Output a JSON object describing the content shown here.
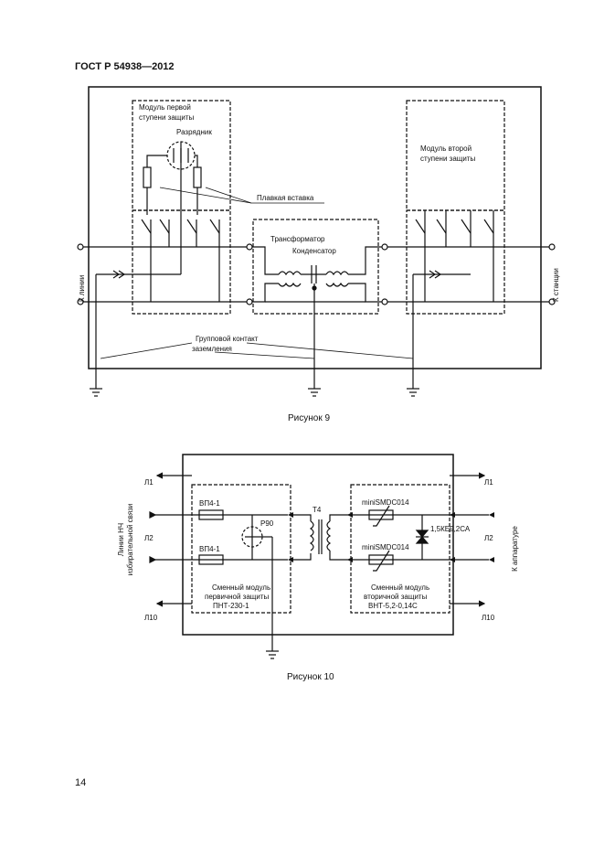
{
  "header": {
    "standard": "ГОСТ Р 54938—2012"
  },
  "figure9": {
    "caption": "Рисунок 9",
    "module1_line1": "Модуль первой",
    "module1_line2": "ступени защиты",
    "arrester": "Разрядник",
    "fuse": "Плавкая вставка",
    "module2_line1": "Модуль второй",
    "module2_line2": "ступени защиты",
    "transformer": "Трансформатор",
    "capacitor": "Конденсатор",
    "to_line": "К линии",
    "to_station": "К станции",
    "ground_line1": "Групповой контакт",
    "ground_line2": "заземления"
  },
  "figure10": {
    "caption": "Рисунок 10",
    "l1": "Л1",
    "l2": "Л2",
    "l10": "Л10",
    "fuse_top": "ВП4-1",
    "fuse_bottom": "ВП4-1",
    "arrester": "Р90",
    "transformer": "Т4",
    "tvs_top": "miniSMDC014",
    "tvs_bottom": "miniSMDC014",
    "diode": "1,5КЕ9,2СА",
    "primary_line1": "Сменный модуль",
    "primary_line2": "первичной защиты",
    "primary_line3": "ПНТ-230-1",
    "secondary_line1": "Сменный модуль",
    "secondary_line2": "вторичной защиты",
    "secondary_line3": "ВНТ-5,2-0,14С",
    "left_side_line1": "Линии НЧ",
    "left_side_line2": "избирательной связи",
    "right_side": "К аппаратуре"
  },
  "page": {
    "number": "14"
  }
}
